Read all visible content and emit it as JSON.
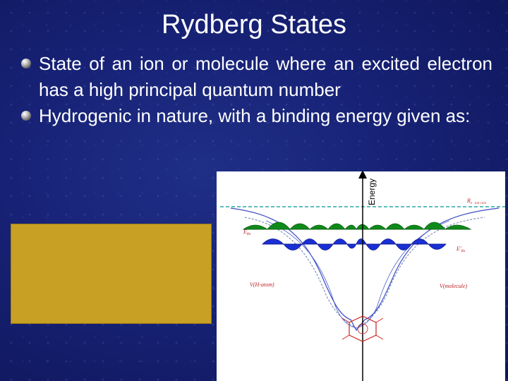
{
  "slide": {
    "title": "Rydberg States",
    "bullets": [
      "State of an ion or molecule where an excited electron has a high principal quantum number",
      "Hydrogenic in nature, with a binding energy given as:"
    ]
  },
  "diagram": {
    "axis_label": "Energy",
    "labels": {
      "ionization": "R",
      "ionization_sub": "e · ion core",
      "e_rn": "E",
      "e_rn_sub": "Rn",
      "e_rn_prime": "E'",
      "e_rn_prime_sub": "Rn",
      "v_atom": "V(H-atom)",
      "v_molecule": "V(molecule)"
    },
    "colors": {
      "green_wave": "#0f8a1a",
      "blue_wave": "#1a2fd6",
      "dashed_line": "#2aa7a7",
      "potential": "#3a4cc0",
      "core": "#cc2222"
    }
  },
  "colors": {
    "background": "#172276",
    "gold_box": "#c8a023"
  }
}
